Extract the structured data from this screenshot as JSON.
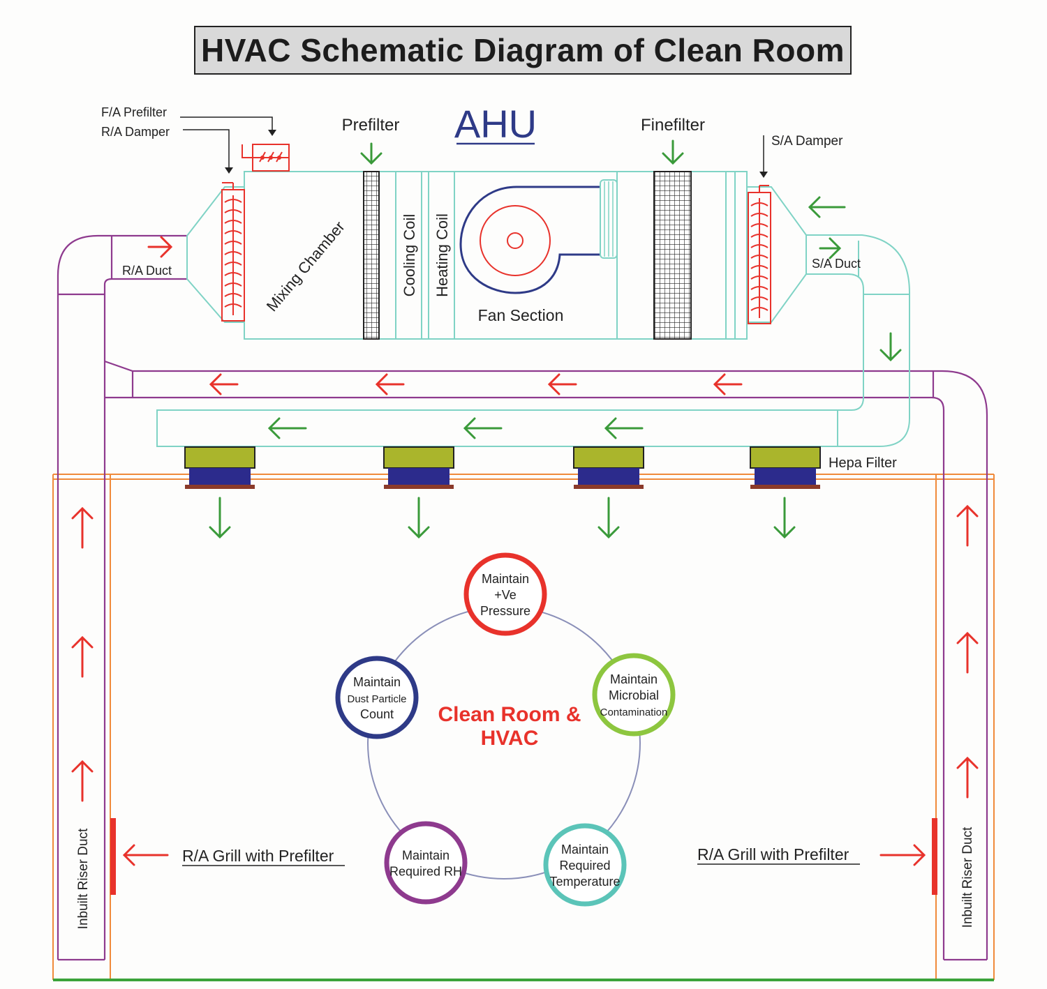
{
  "title": "HVAC Schematic Diagram of Clean Room",
  "ahu": {
    "heading": "AHU",
    "fa_prefilter": "F/A Prefilter",
    "ra_damper": "R/A Damper",
    "prefilter": "Prefilter",
    "finefilter": "Finefilter",
    "sa_damper": "S/A Damper",
    "ra_duct": "R/A Duct",
    "sa_duct": "S/A Duct",
    "mixing_chamber": "Mixing Chamber",
    "cooling_coil": "Cooling Coil",
    "heating_coil": "Heating Coil",
    "fan_section": "Fan Section"
  },
  "hepa_filter": "Hepa Filter",
  "room": {
    "riser_left": "Inbuilt Riser Duct",
    "riser_right": "Inbuilt Riser Duct",
    "grill_left": "R/A Grill with Prefilter",
    "grill_right": "R/A Grill with Prefilter"
  },
  "cycle": {
    "center_line1": "Clean Room &",
    "center_line2": "HVAC",
    "nodes": [
      {
        "lines": [
          "Maintain",
          "+Ve",
          "Pressure"
        ],
        "color": "#e8322b"
      },
      {
        "lines": [
          "Maintain",
          "Microbial",
          "Contamination"
        ],
        "color": "#8dc63f"
      },
      {
        "lines": [
          "Maintain",
          "Required",
          "Temperature"
        ],
        "color": "#5bc4b8"
      },
      {
        "lines": [
          "Maintain",
          "Required RH"
        ],
        "color": "#8e3a8e"
      },
      {
        "lines": [
          "Maintain",
          "Dust Particle",
          "Count"
        ],
        "color": "#2e3a87"
      }
    ]
  },
  "colors": {
    "return_air": "#8e3a8e",
    "supply_air": "#7fd3c5",
    "arrow_red": "#e8322b",
    "arrow_green": "#3a9a3a",
    "room_wall": "#f08a3a",
    "hepa_top": "#aab52c",
    "hepa_mid": "#2c2b8c",
    "floor": "#3aa33a"
  }
}
